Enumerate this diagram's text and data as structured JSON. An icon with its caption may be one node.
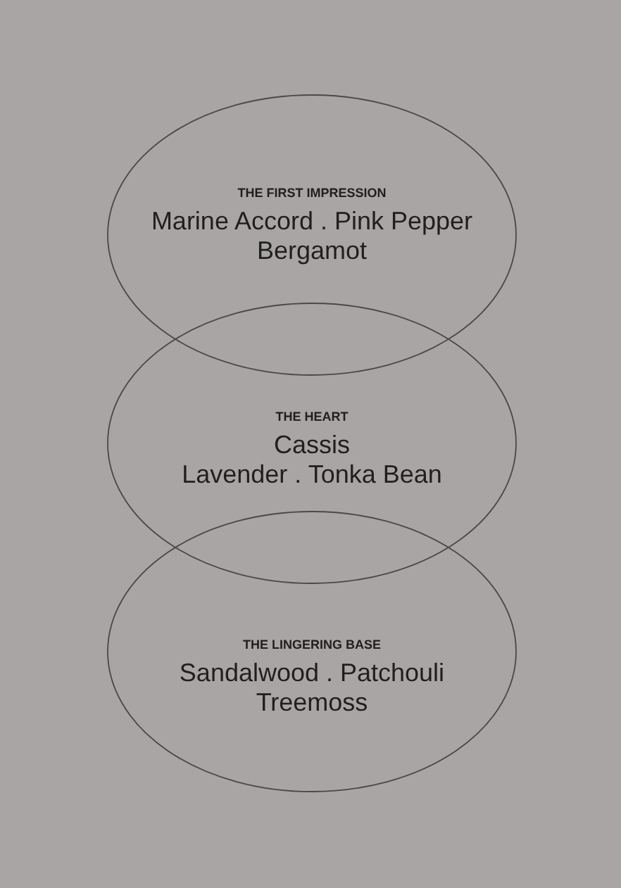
{
  "diagram": {
    "nodes": [
      {
        "text": [
          "THE FIRST IMPRESSION",
          "Marine Accord . Pink Pepper",
          "Bergamot"
        ]
      },
      {
        "text": [
          "THE HEART",
          "Cassis",
          "Lavender . Tonka Bean"
        ]
      },
      {
        "text": [
          "THE LINGERING BASE",
          "Sandalwood . Patchouli",
          "Treemoss"
        ]
      }
    ]
  }
}
